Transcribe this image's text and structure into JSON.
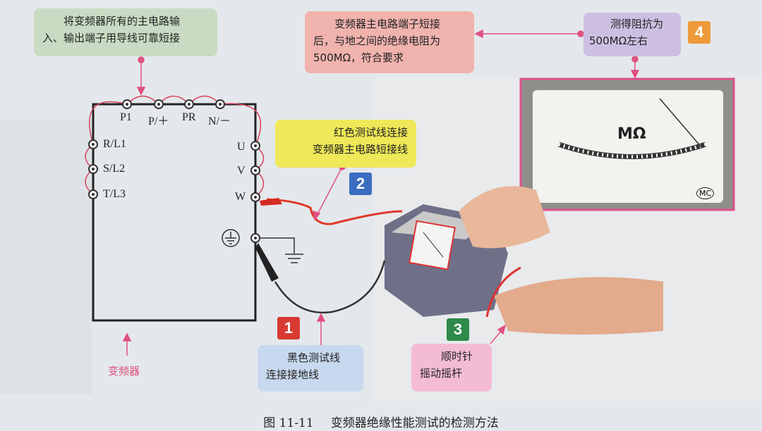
{
  "callouts": {
    "short_all": {
      "line1": "将变频器所有的主电路输",
      "line2": "入、输出端子用导线可靠短接"
    },
    "result": {
      "line1": "变频器主电路端子短接",
      "line2": "后，与地之间的绝缘电阻为",
      "line3": "500MΩ，符合要求"
    },
    "reading": {
      "line1": "测得阻抗为",
      "line2": "500MΩ左右"
    },
    "red_lead": {
      "line1": "红色测试线连接",
      "line2": "变频器主电路短接线"
    },
    "black_lead": {
      "line1": "黑色测试线",
      "line2": "连接接地线"
    },
    "crank": {
      "line1": "顺时针",
      "line2": "摇动摇杆"
    }
  },
  "steps": {
    "s1": "1",
    "s2": "2",
    "s3": "3",
    "s4": "4"
  },
  "terminals": {
    "top": [
      "P1",
      "P/＋",
      "PR",
      "N/－"
    ],
    "left": [
      "R/L1",
      "S/L2",
      "T/L3"
    ],
    "right": [
      "U",
      "V",
      "W"
    ]
  },
  "inverter_label": "变频器",
  "meter": {
    "unit": "MΩ",
    "brand": "MC"
  },
  "caption": {
    "number": "图 11-11",
    "title": "变频器绝缘性能测试的检测方法"
  },
  "colors": {
    "green_box": "#c9dcc3",
    "pink_box": "#f1b3ad",
    "purple_box": "#cdbfe2",
    "yellow_box": "#efe858",
    "blue_box": "#c8d8ee",
    "pink_box2": "#f4bcd3",
    "arrow": "#e0507e",
    "badge1": "#d83a32",
    "badge2": "#3a6cc0",
    "badge3": "#2e8a4a",
    "badge4": "#ee9a3a"
  }
}
